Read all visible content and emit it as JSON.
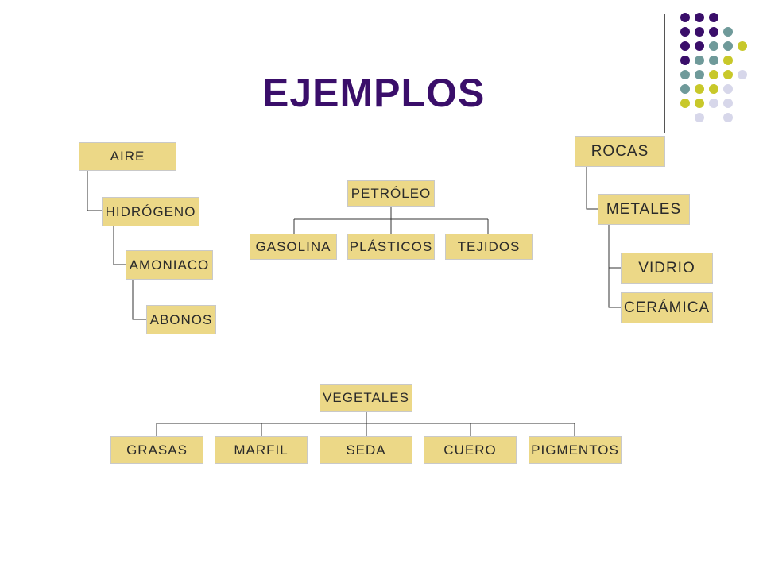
{
  "title": "EJEMPLOS",
  "aire_chain": [
    "AIRE",
    "HIDRÓGENO",
    "AMONIACO",
    "ABONOS"
  ],
  "petroleo": {
    "parent": "PETRÓLEO",
    "children": [
      "GASOLINA",
      "PLÁSTICOS",
      "TEJIDOS"
    ]
  },
  "rocas_chain": [
    "ROCAS",
    "METALES",
    "VIDRIO",
    "CERÁMICA"
  ],
  "vegetales": {
    "parent": "VEGETALES",
    "children": [
      "GRASAS",
      "MARFIL",
      "SEDA",
      "CUERO",
      "PIGMENTOS"
    ]
  },
  "colors": {
    "title": "#3a0e6a",
    "box_fill": "#ecd887",
    "dot_purple": "#3a0e6a",
    "dot_teal": "#6f9a9a",
    "dot_lime": "#c8c82a",
    "dot_lavender": "#d7d7ea"
  },
  "dot_grid": [
    [
      "purple",
      "purple",
      "purple",
      "",
      ""
    ],
    [
      "purple",
      "purple",
      "purple",
      "teal",
      ""
    ],
    [
      "purple",
      "purple",
      "teal",
      "teal",
      "lime"
    ],
    [
      "purple",
      "teal",
      "teal",
      "lime",
      ""
    ],
    [
      "teal",
      "teal",
      "lime",
      "lime",
      "lavender"
    ],
    [
      "teal",
      "lime",
      "lime",
      "lavender",
      ""
    ],
    [
      "lime",
      "lime",
      "lavender",
      "lavender",
      ""
    ],
    [
      "",
      "lavender",
      "",
      "lavender",
      ""
    ]
  ]
}
